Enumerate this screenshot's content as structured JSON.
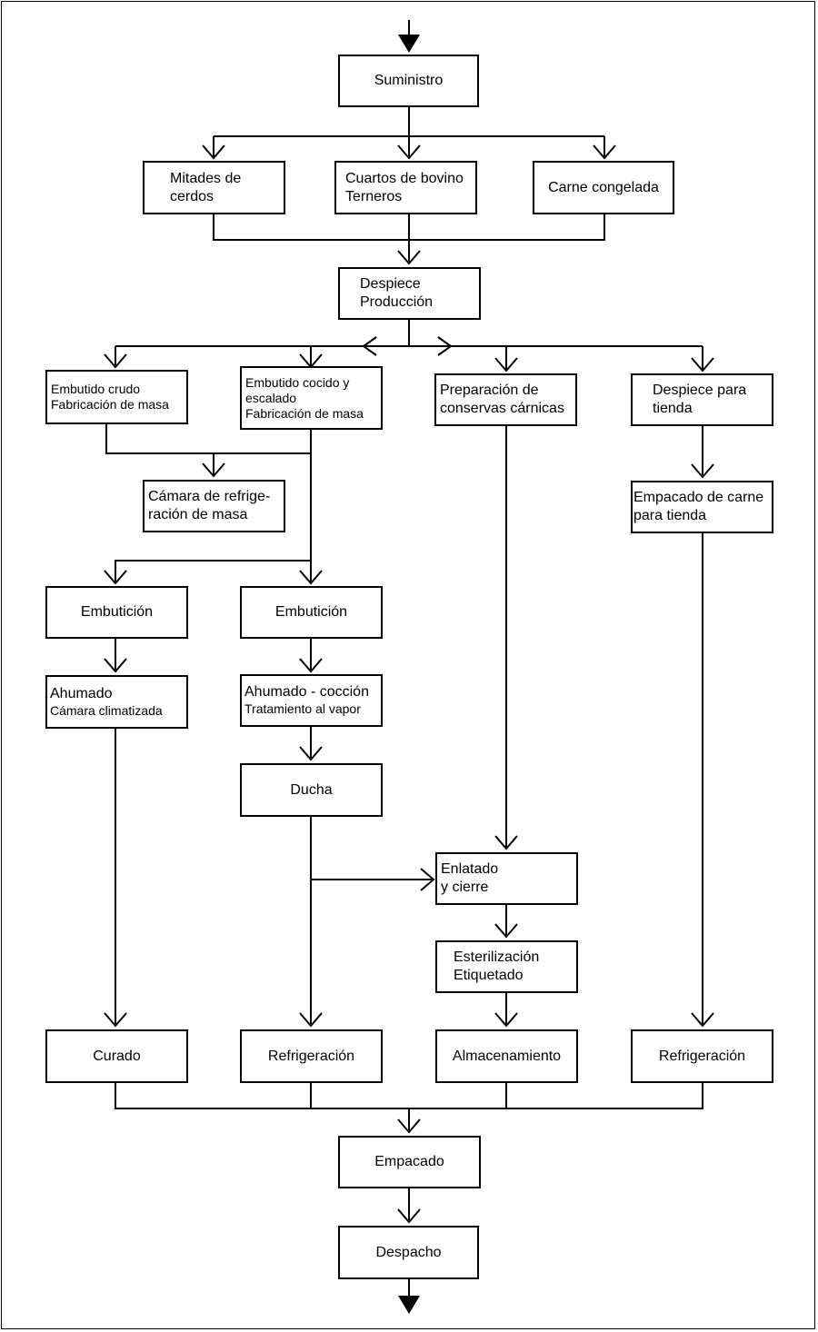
{
  "nodes": {
    "suministro": "Suministro",
    "mitades": [
      "Mitades de",
      "cerdos"
    ],
    "cuartos": [
      "Cuartos de bovino",
      "Terneros"
    ],
    "congelada": "Carne congelada",
    "despiece": [
      "Despiece",
      "Producción"
    ],
    "crudo": [
      "Embutido crudo",
      "Fabricación de masa"
    ],
    "cocido": [
      "Embutido cocido y",
      "escalado",
      "Fabricación de masa"
    ],
    "conservas": [
      "Preparación de",
      "conservas cárnicas"
    ],
    "despiece_tienda": [
      "Despiece para",
      "tienda"
    ],
    "camara": [
      "Cámara de refrige-",
      "ración de masa"
    ],
    "empacado_tienda": [
      "Empacado de carne",
      "para tienda"
    ],
    "embuticion_1": "Embutición",
    "embuticion_2": "Embutición",
    "ahumado_1": [
      "Ahumado",
      "Cámara climatizada"
    ],
    "ahumado_2": [
      "Ahumado - cocción",
      "Tratamiento al vapor"
    ],
    "ducha": "Ducha",
    "enlatado": [
      "Enlatado",
      "y cierre"
    ],
    "esterilizacion": [
      "Esterilización",
      "Etiquetado"
    ],
    "curado": "Curado",
    "refrigeracion_1": "Refrigeración",
    "almacenamiento": "Almacenamiento",
    "refrigeracion_2": "Refrigeración",
    "empacado": "Empacado",
    "despacho": "Despacho"
  }
}
